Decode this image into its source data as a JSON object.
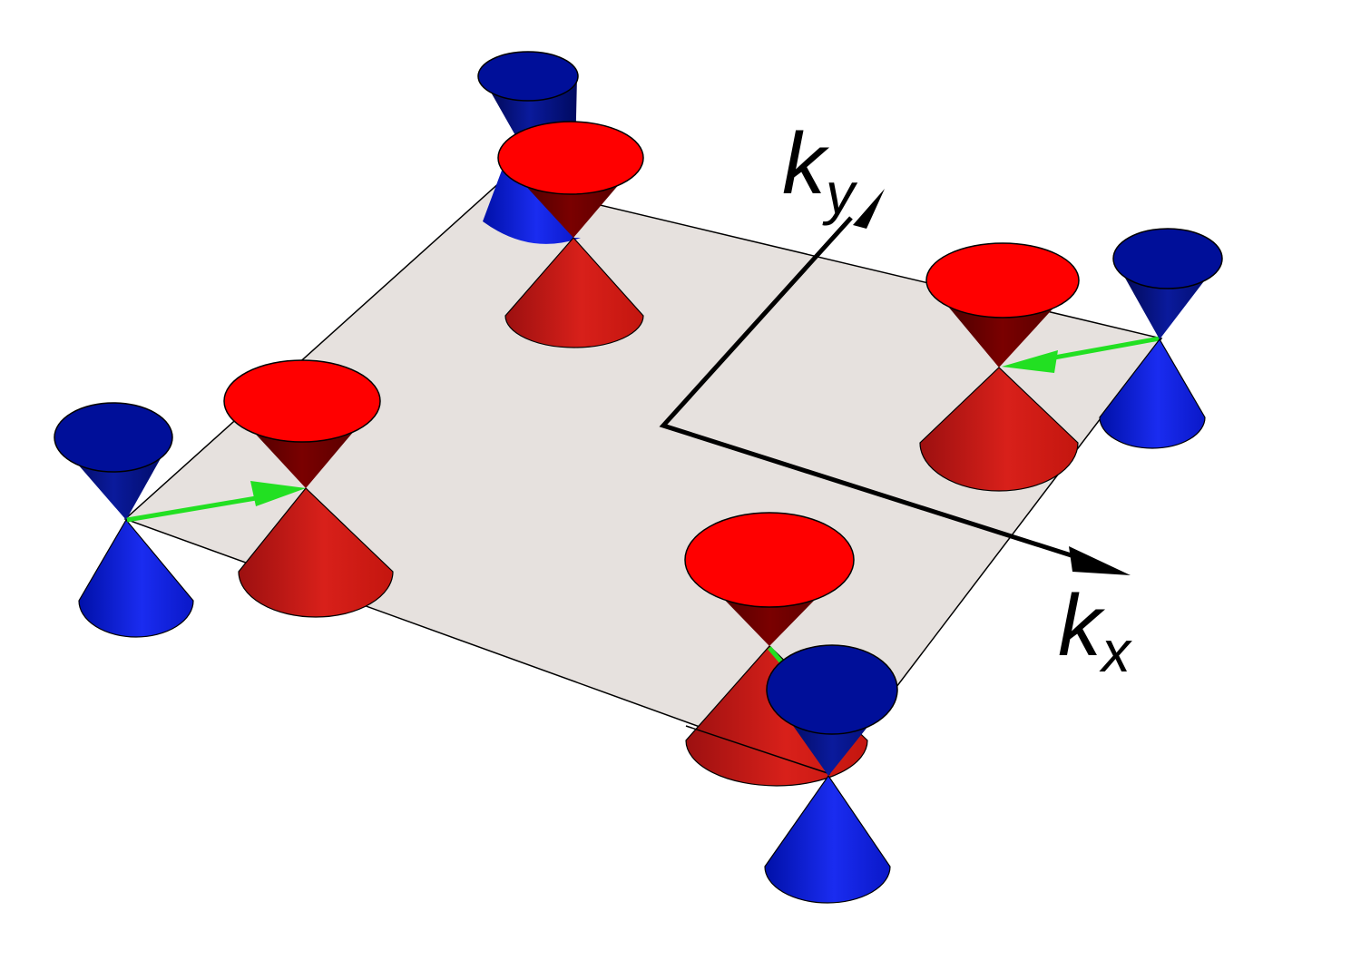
{
  "diagram": {
    "axes": {
      "x": {
        "main": "k",
        "sub": "x"
      },
      "y": {
        "main": "k",
        "sub": "y"
      }
    },
    "colors": {
      "plane": "#e6e1de",
      "plane_edge": "#000000",
      "red_top": "#ff0000",
      "red_dark": "#6b0000",
      "red_side": "#d21a14",
      "blue_top": "#000f99",
      "blue_side": "#0014d8",
      "blue_dark": "#00085a",
      "arrow": "#22e022",
      "axis": "#000000"
    },
    "cone_pairs": {
      "red": 4,
      "blue": 4
    }
  }
}
